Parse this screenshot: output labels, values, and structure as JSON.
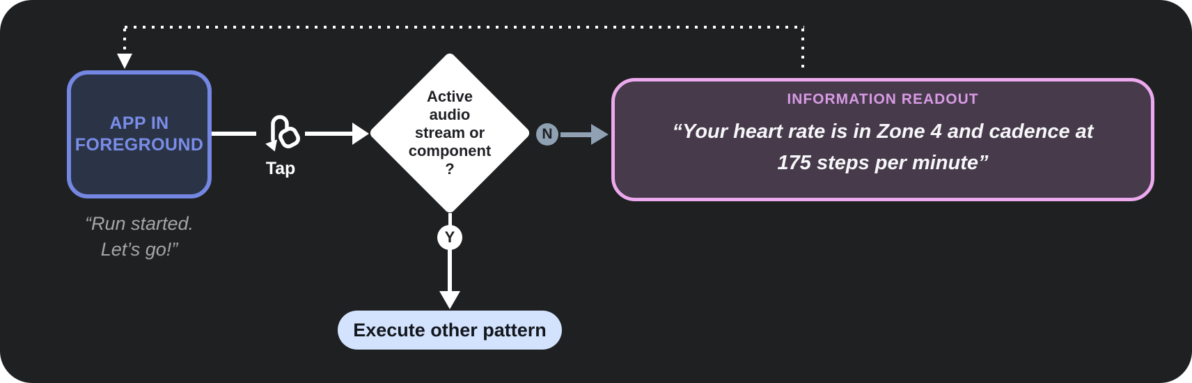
{
  "diagram": {
    "app_box": {
      "line1": "APP IN",
      "line2": "FOREGROUND"
    },
    "app_quote": {
      "line1": "“Run started.",
      "line2": "Let’s go!”"
    },
    "tap": {
      "label": "Tap",
      "icon": "tap-gesture"
    },
    "decision": {
      "line1": "Active",
      "line2": "audio",
      "line3": "stream or",
      "line4": "component",
      "line5": "?"
    },
    "no_badge": "N",
    "yes_badge": "Y",
    "readout": {
      "title": "INFORMATION READOUT",
      "line1": "“Your heart rate is in Zone 4 and cadence at",
      "line2": "175 steps per minute”"
    },
    "action_pill": {
      "label": "Execute other pattern"
    }
  },
  "colors": {
    "canvas_bg": "#1F2022",
    "outer_bg": "#FFFFFF",
    "app_border": "#7487E2",
    "app_fill": "#2B3447",
    "app_text": "#7A8DE8",
    "quote_gray": "#A5A6A8",
    "slate": "#8FA1B3",
    "readout_border": "#ECA9EE",
    "readout_fill": "#463A4B",
    "readout_title": "#D89BE4",
    "pill_bg": "#D3E3FD",
    "flow_white": "#FFFFFF"
  }
}
